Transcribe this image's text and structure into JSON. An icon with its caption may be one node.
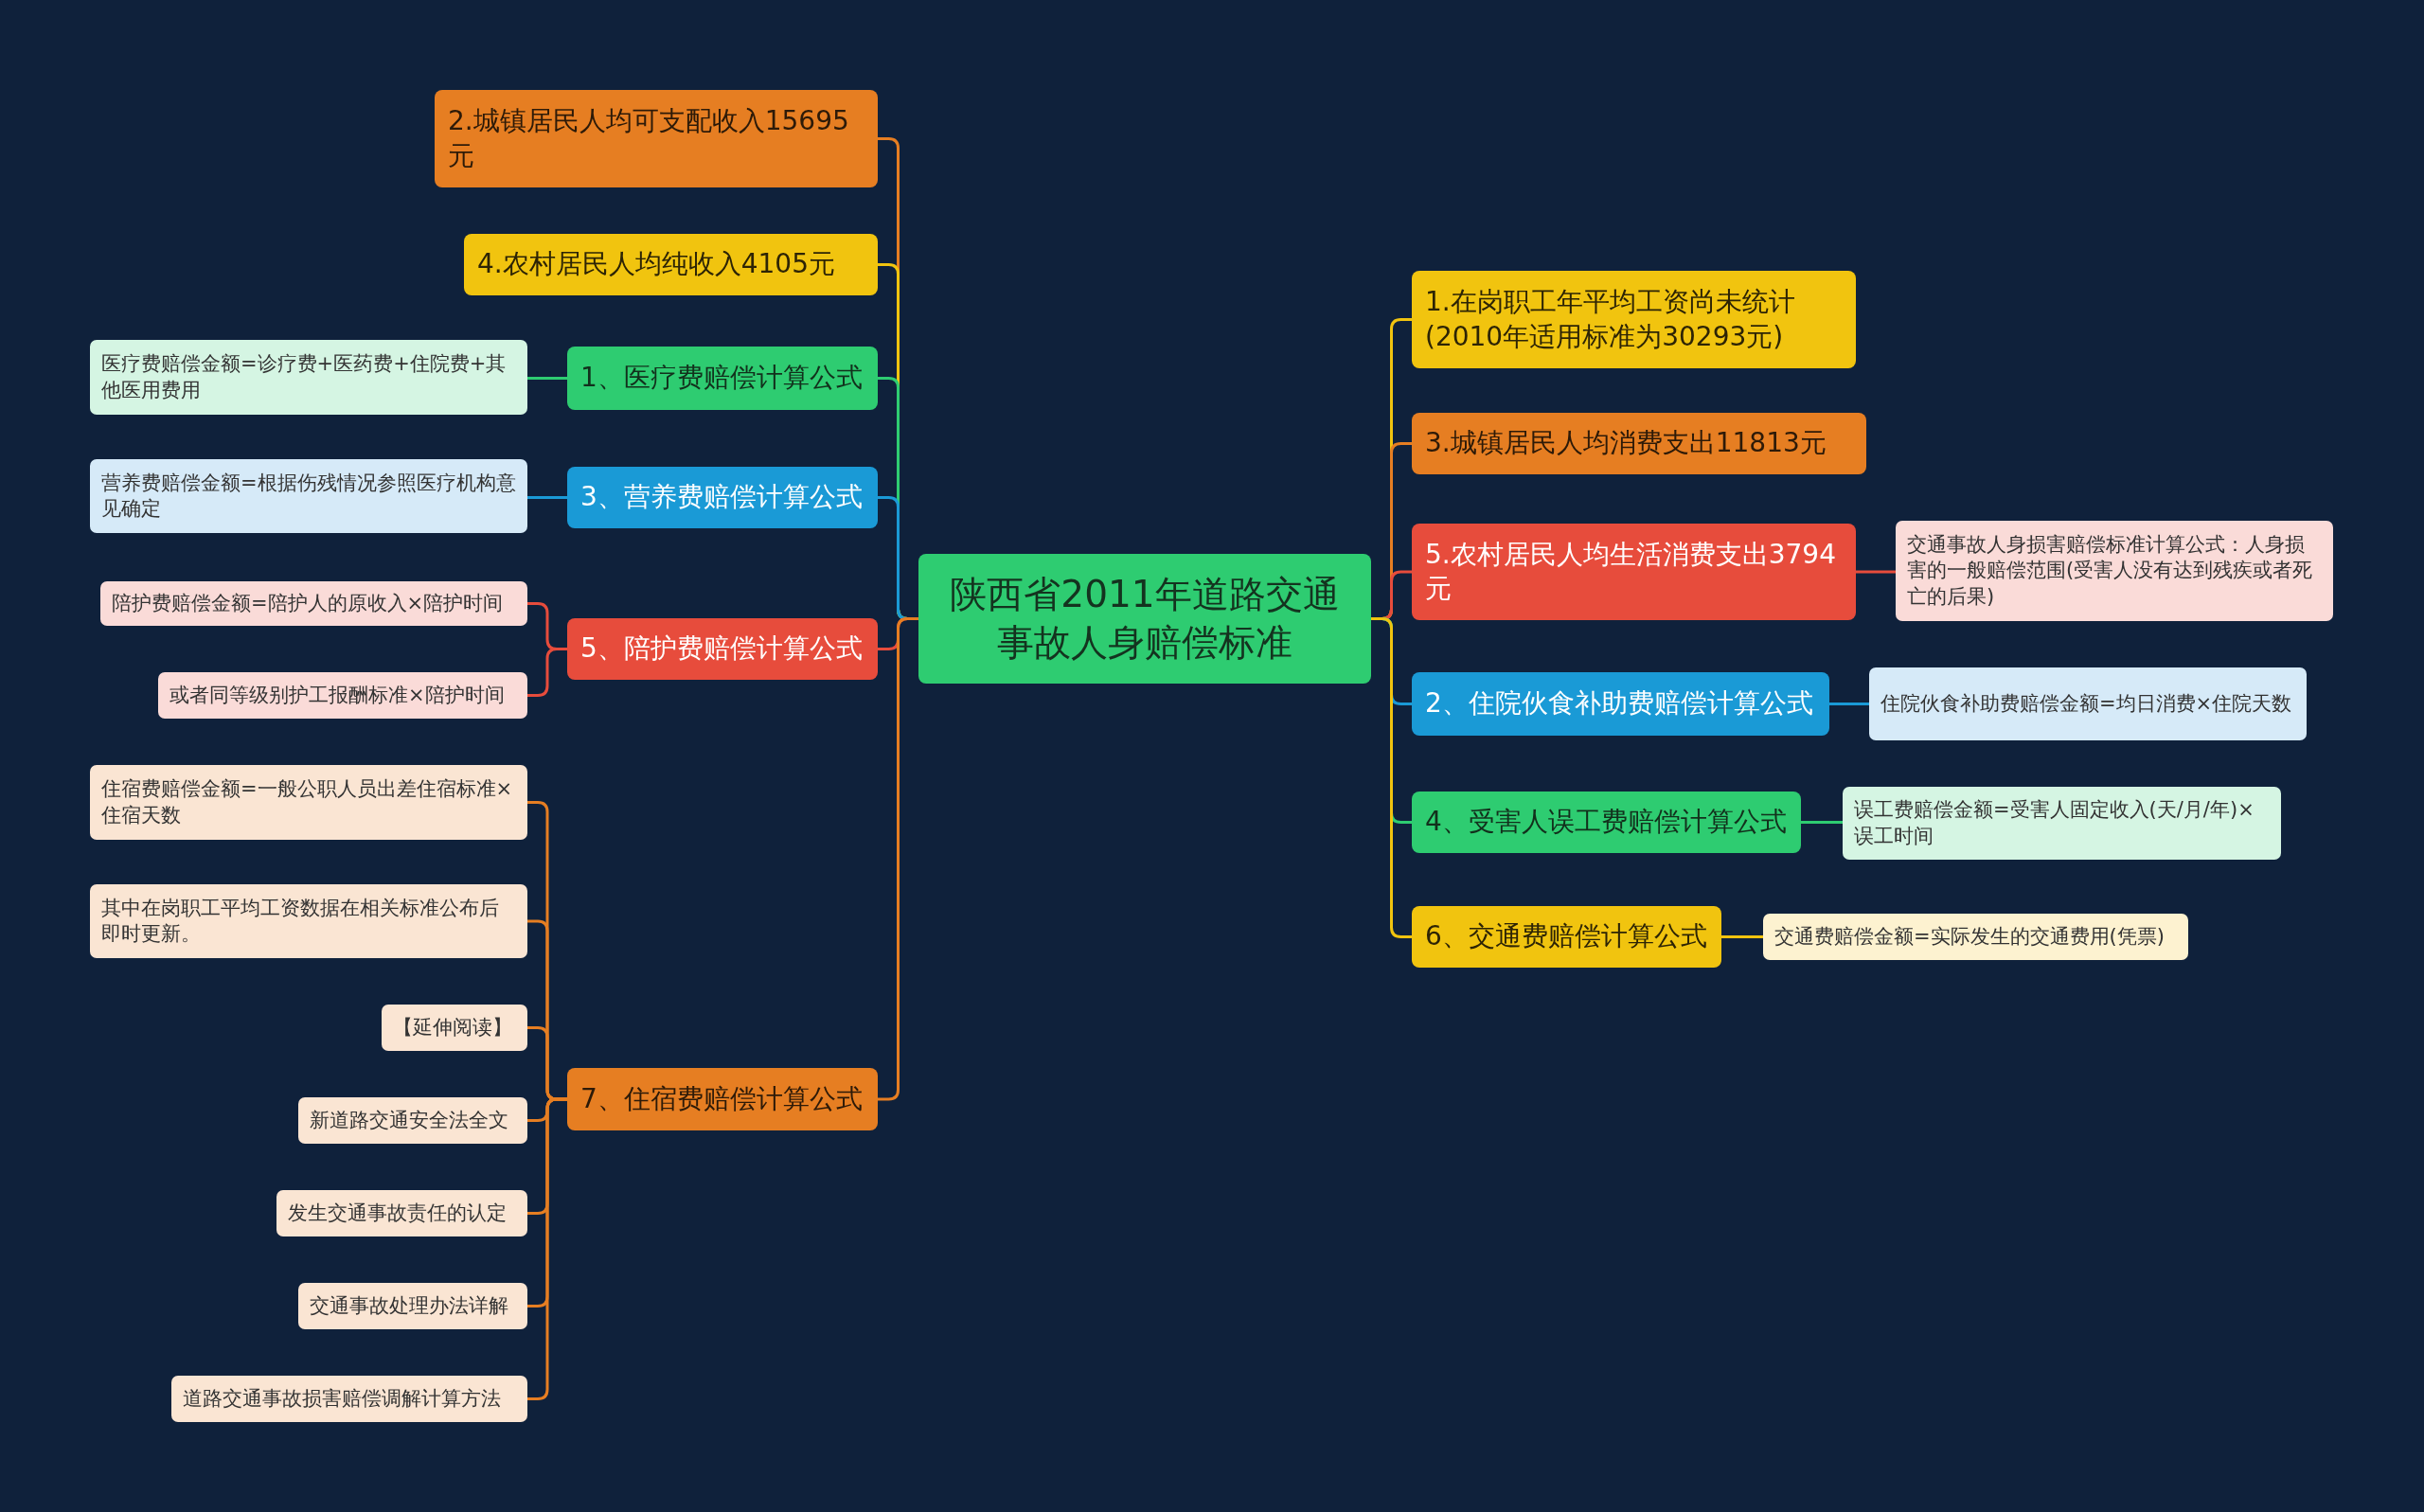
{
  "diagram": {
    "nodes": [
      {
        "text": [
          "陕西省2011年道路交通事故人身赔偿标准"
        ]
      },
      {
        "text": [
          "2.城镇居民人均可支配收入15695元"
        ]
      },
      {
        "text": [
          "4.农村居民人均纯收入4105元"
        ]
      },
      {
        "text": [
          "1、医疗费赔偿计算公式"
        ]
      },
      {
        "text": [
          "医疗费赔偿金额=诊疗费+医药费+住院费+其他医用费用"
        ]
      },
      {
        "text": [
          "3、营养费赔偿计算公式"
        ]
      },
      {
        "text": [
          "营养费赔偿金额=根据伤残情况参照医疗机构意见确定"
        ]
      },
      {
        "text": [
          "5、陪护费赔偿计算公式"
        ]
      },
      {
        "text": [
          "陪护费赔偿金额=陪护人的原收入×陪护时间"
        ]
      },
      {
        "text": [
          "或者同等级别护工报酬标准×陪护时间"
        ]
      },
      {
        "text": [
          "7、住宿费赔偿计算公式"
        ]
      },
      {
        "text": [
          "住宿费赔偿金额=一般公职人员出差住宿标准×住宿天数"
        ]
      },
      {
        "text": [
          "其中在岗职工平均工资数据在相关标准公布后即时更新。"
        ]
      },
      {
        "text": [
          "【延伸阅读】"
        ]
      },
      {
        "text": [
          "新道路交通安全法全文"
        ]
      },
      {
        "text": [
          "发生交通事故责任的认定"
        ]
      },
      {
        "text": [
          "交通事故处理办法详解"
        ]
      },
      {
        "text": [
          "道路交通事故损害赔偿调解计算方法"
        ]
      },
      {
        "text": [
          "1.在岗职工年平均工资尚未统计(2010年适用标准为30293元)"
        ]
      },
      {
        "text": [
          "3.城镇居民人均消费支出11813元"
        ]
      },
      {
        "text": [
          "5.农村居民人均生活消费支出3794元"
        ]
      },
      {
        "text": [
          "交通事故人身损害赔偿标准计算公式：人身损害的一般赔偿范围(受害人没有达到残疾或者死亡的后果)"
        ]
      },
      {
        "text": [
          "2、住院伙食补助费赔偿计算公式"
        ]
      },
      {
        "text": [
          "住院伙食补助费赔偿金额=均日消费×住院天数"
        ]
      },
      {
        "text": [
          "4、受害人误工费赔偿计算公式"
        ]
      },
      {
        "text": [
          "误工费赔偿金额=受害人固定收入(天/月/年)×误工时间"
        ]
      },
      {
        "text": [
          "6、交通费赔偿计算公式"
        ]
      },
      {
        "text": [
          "交通费赔偿金额=实际发生的交通费用(凭票)"
        ]
      }
    ],
    "edges": [
      {
        "from": 0,
        "to": 1,
        "arrow": "none",
        "color": "#e67e22"
      },
      {
        "from": 0,
        "to": 2,
        "arrow": "none",
        "color": "#f1c40f"
      },
      {
        "from": 0,
        "to": 3,
        "arrow": "none",
        "color": "#2ecc71"
      },
      {
        "from": 3,
        "to": 4,
        "arrow": "none",
        "color": "#2ecc71"
      },
      {
        "from": 0,
        "to": 5,
        "arrow": "none",
        "color": "#1a9ad6"
      },
      {
        "from": 5,
        "to": 6,
        "arrow": "none",
        "color": "#1a9ad6"
      },
      {
        "from": 0,
        "to": 7,
        "arrow": "none",
        "color": "#e74c3c"
      },
      {
        "from": 7,
        "to": 8,
        "arrow": "none",
        "color": "#e74c3c"
      },
      {
        "from": 7,
        "to": 9,
        "arrow": "none",
        "color": "#e74c3c"
      },
      {
        "from": 0,
        "to": 10,
        "arrow": "none",
        "color": "#e67e22"
      },
      {
        "from": 10,
        "to": 11,
        "arrow": "none",
        "color": "#e67e22"
      },
      {
        "from": 10,
        "to": 12,
        "arrow": "none",
        "color": "#e67e22"
      },
      {
        "from": 10,
        "to": 13,
        "arrow": "none",
        "color": "#e67e22"
      },
      {
        "from": 10,
        "to": 14,
        "arrow": "none",
        "color": "#e67e22"
      },
      {
        "from": 10,
        "to": 15,
        "arrow": "none",
        "color": "#e67e22"
      },
      {
        "from": 10,
        "to": 16,
        "arrow": "none",
        "color": "#e67e22"
      },
      {
        "from": 10,
        "to": 17,
        "arrow": "none",
        "color": "#e67e22"
      },
      {
        "from": 0,
        "to": 18,
        "arrow": "none",
        "color": "#f1c40f"
      },
      {
        "from": 0,
        "to": 19,
        "arrow": "none",
        "color": "#e67e22"
      },
      {
        "from": 0,
        "to": 20,
        "arrow": "none",
        "color": "#e74c3c"
      },
      {
        "from": 20,
        "to": 21,
        "arrow": "none",
        "color": "#e74c3c"
      },
      {
        "from": 0,
        "to": 22,
        "arrow": "none",
        "color": "#1a9ad6"
      },
      {
        "from": 22,
        "to": 23,
        "arrow": "none",
        "color": "#1a9ad6"
      },
      {
        "from": 0,
        "to": 24,
        "arrow": "none",
        "color": "#2ecc71"
      },
      {
        "from": 24,
        "to": 25,
        "arrow": "none",
        "color": "#2ecc71"
      },
      {
        "from": 0,
        "to": 26,
        "arrow": "none",
        "color": "#f1c40f"
      },
      {
        "from": 26,
        "to": 27,
        "arrow": "none",
        "color": "#f1c40f"
      }
    ]
  }
}
